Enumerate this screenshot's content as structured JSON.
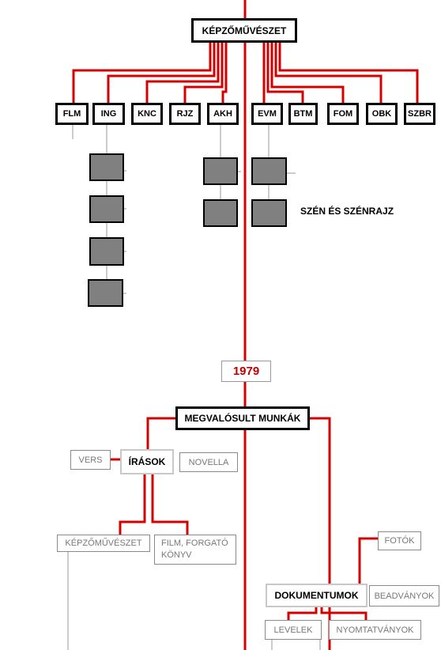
{
  "diagram": {
    "root": {
      "label": "KÉPZŐMŰVÉSZET"
    },
    "categories": [
      "FLM",
      "ING",
      "KNC",
      "RJZ",
      "AKH",
      "EVM",
      "BTM",
      "FOM",
      "OBK",
      "SZBR"
    ],
    "thumbnail_caption": "SZÉN ÉS SZÉNRAJZ",
    "year": "1979",
    "works": {
      "label": "MEGVALÓSULT MUNKÁK"
    },
    "writings": {
      "label": "ÍRÁSOK",
      "left": "VERS",
      "right": "NOVELLA"
    },
    "writing_children": [
      "KÉPZŐMŰVÉSZET",
      "FILM, FORGATÓ KÖNYV"
    ],
    "documents": {
      "label": "DOKUMENTUMOK",
      "above": "FOTÓK",
      "right": "BEADVÁNYOK"
    },
    "document_children": [
      "LEVELEK",
      "NYOMTATVÁNYOK"
    ]
  },
  "colors": {
    "red": "#d40000",
    "grey_line": "#9a9a9a",
    "thumb_fill": "#808080"
  }
}
